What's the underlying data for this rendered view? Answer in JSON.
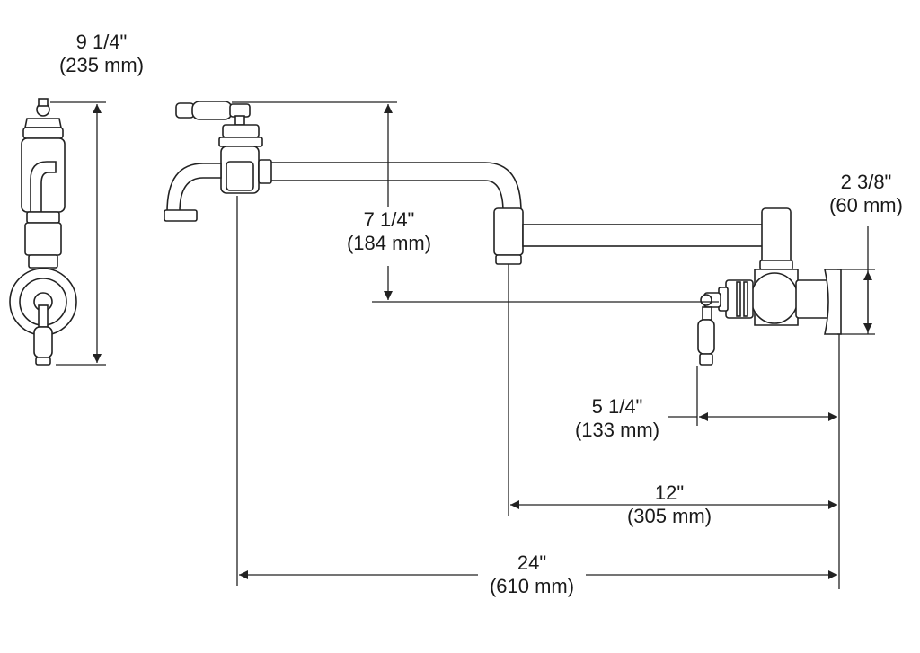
{
  "dimensions": {
    "overall_height": {
      "imperial": "9 1/4\"",
      "metric": "(235 mm)"
    },
    "spout_height": {
      "imperial": "7 1/4\"",
      "metric": "(184 mm)"
    },
    "flange_diameter": {
      "imperial": "2 3/8\"",
      "metric": "(60 mm)"
    },
    "handle_projection": {
      "imperial": "5 1/4\"",
      "metric": "(133 mm)"
    },
    "first_arm_reach": {
      "imperial": "12\"",
      "metric": "(305 mm)"
    },
    "full_reach": {
      "imperial": "24\"",
      "metric": "(610 mm)"
    }
  }
}
